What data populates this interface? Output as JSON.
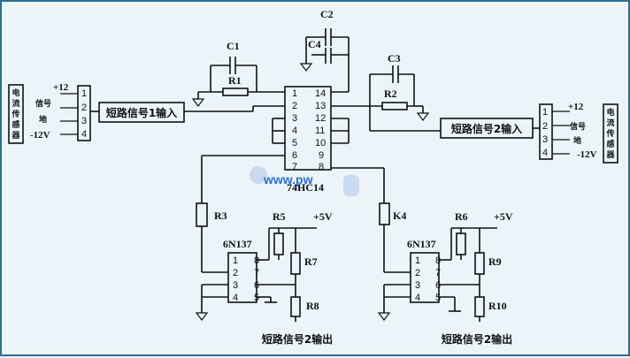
{
  "components": {
    "c1": "C1",
    "c2": "C2",
    "c3": "C3",
    "c4": "C4",
    "r1": "R1",
    "r2": "R2",
    "r3": "R3",
    "r4": "K4",
    "r5": "R5",
    "r6": "R6",
    "r7": "R7",
    "r8": "R8",
    "r9": "R9",
    "r10": "R10",
    "ic_main": "74HC14",
    "opto1": "6N137",
    "opto2": "6N137",
    "vcc": "+5V"
  },
  "sensor_left": {
    "title_chars": [
      "电",
      "流",
      "传",
      "感",
      "器"
    ],
    "lines": [
      "+12",
      "信号",
      "地",
      "-12V"
    ],
    "pins": [
      "1",
      "2",
      "3",
      "4"
    ]
  },
  "sensor_right": {
    "title_chars": [
      "电",
      "流",
      "传",
      "感",
      "器"
    ],
    "lines": [
      "+12",
      "信号",
      "地",
      "-12V"
    ],
    "pins": [
      "1",
      "2",
      "3",
      "4"
    ]
  },
  "boxes": {
    "in1": "短路信号1输入",
    "in2": "短路信号2输入"
  },
  "outputs": {
    "out1": "短路信号2输出",
    "out2": "短路信号2输出"
  },
  "ic_pins_left": [
    "1",
    "2",
    "3",
    "4",
    "5",
    "6",
    "7"
  ],
  "ic_pins_right": [
    "14",
    "13",
    "12",
    "11",
    "10",
    "9",
    "8"
  ],
  "opto_pins_left": [
    "1",
    "2",
    "3",
    "4"
  ],
  "opto_pins_right": [
    "8",
    "7",
    "6",
    "5"
  ],
  "watermark": "www.pw"
}
